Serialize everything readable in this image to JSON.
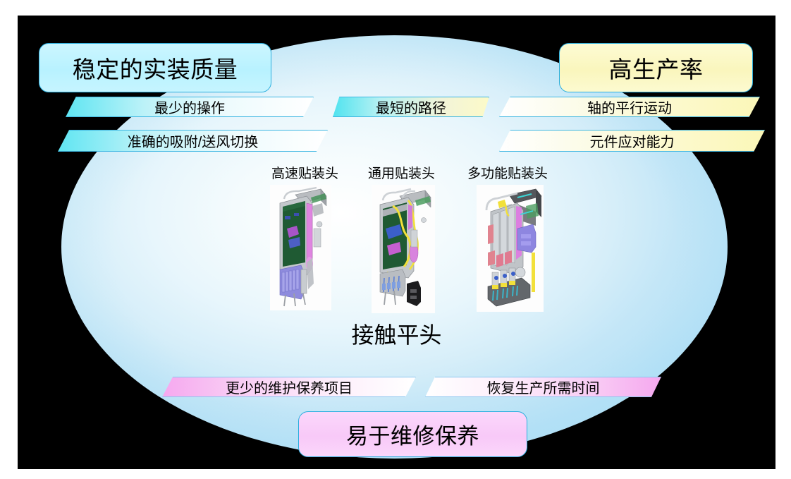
{
  "stage": {
    "background_color": "#000000",
    "ellipse_color": "#d9f1fb"
  },
  "headline_boxes": [
    {
      "id": "quality",
      "label": "稳定的实装质量",
      "fill": "#c2f4ff",
      "border": "#2aaede"
    },
    {
      "id": "productivity",
      "label": "高生产率",
      "fill": "#fbf8c6",
      "border": "#2aaede"
    },
    {
      "id": "maintenance",
      "label": "易于维修保养",
      "fill": "#f9cdf9",
      "border": "#2aaede"
    }
  ],
  "banners": {
    "left": [
      {
        "id": "least-operation",
        "label": "最少的操作"
      },
      {
        "id": "suction-blow",
        "label": "准确的吸附/送风切换"
      }
    ],
    "middle": [
      {
        "id": "shortest-path",
        "label": "最短的路径"
      }
    ],
    "right": [
      {
        "id": "axis-parallel",
        "label": "轴的平行运动"
      },
      {
        "id": "component-cap",
        "label": "元件应对能力"
      }
    ],
    "bottom": [
      {
        "id": "fewer-maintenance",
        "label": "更少的维护保养项目"
      },
      {
        "id": "recovery-time",
        "label": "恢复生产所需时间"
      }
    ]
  },
  "heads": [
    {
      "id": "high-speed",
      "label": "高速贴装头"
    },
    {
      "id": "universal",
      "label": "通用贴装头"
    },
    {
      "id": "multifunction",
      "label": "多功能贴装头"
    }
  ],
  "center_caption": {
    "label": "接触平头"
  },
  "colors": {
    "cyan_accent": "#5fe5f2",
    "yellow_accent": "#fbf7b8",
    "pink_accent": "#f6a8ef",
    "border_blue": "#2aaede",
    "text": "#000000"
  }
}
